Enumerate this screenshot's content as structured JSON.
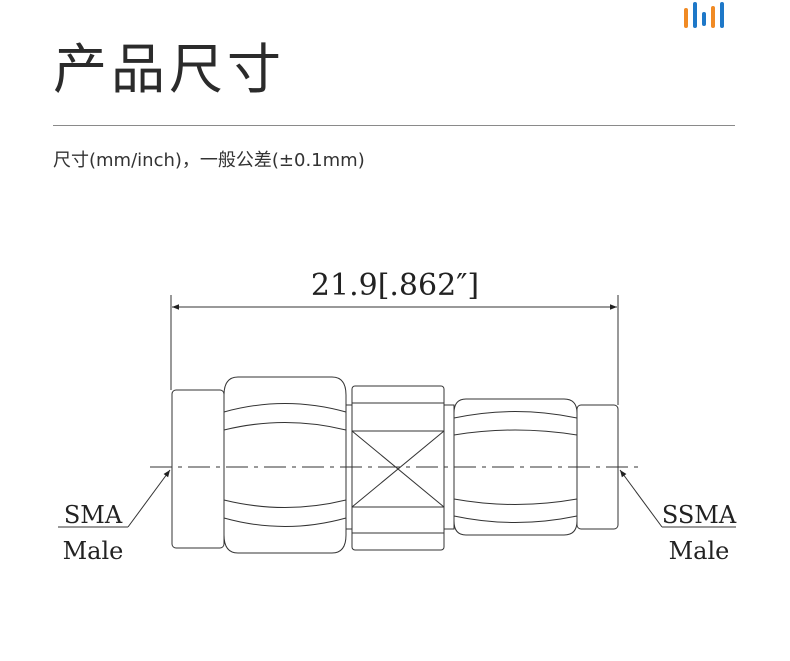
{
  "page": {
    "title": "产品尺寸",
    "subtitle": "尺寸(mm/inch)，一般公差(±0.1mm)"
  },
  "colors": {
    "logo_orange": "#F08A24",
    "logo_blue": "#1E78C8",
    "line": "#333333"
  },
  "drawing": {
    "dimension_label": "21.9[.862″]",
    "left_label": {
      "top": "SMA",
      "bottom": "Male"
    },
    "right_label": {
      "top": "SSMA",
      "bottom": "Male"
    }
  }
}
